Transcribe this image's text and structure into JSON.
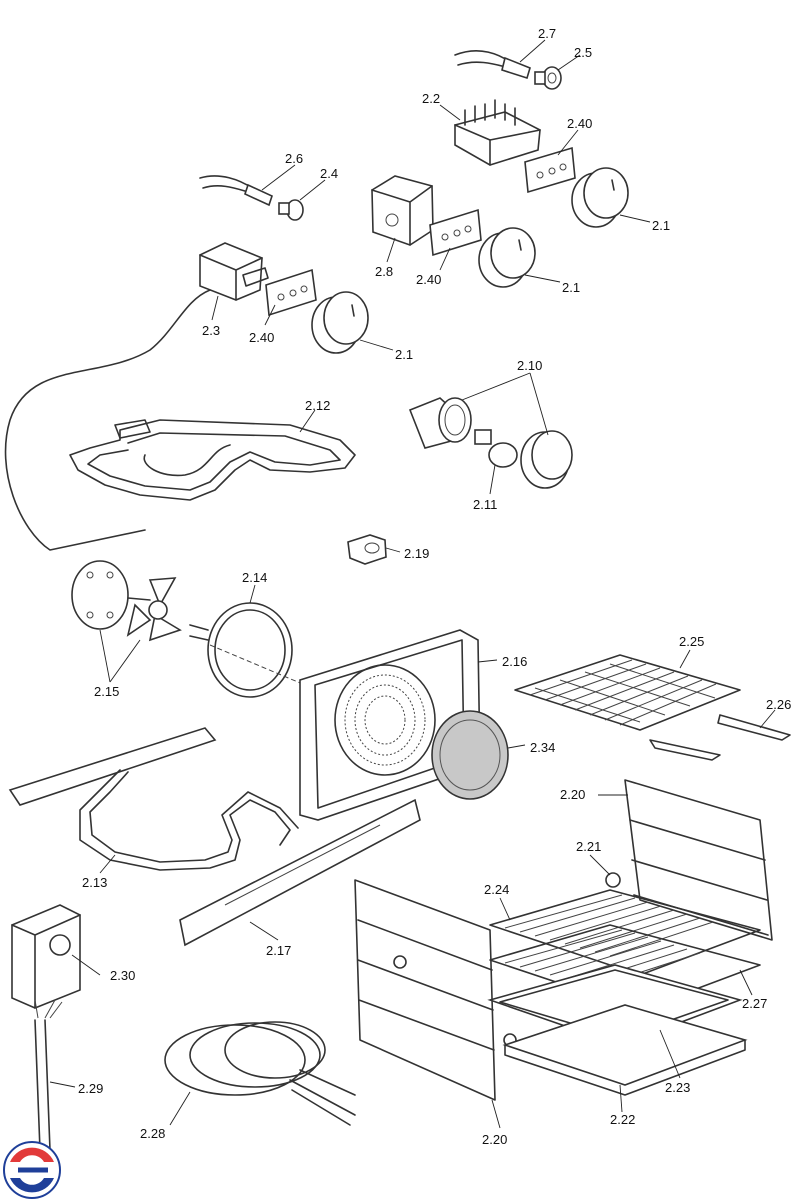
{
  "labels": {
    "l_2_7": "2.7",
    "l_2_5": "2.5",
    "l_2_2": "2.2",
    "l_2_40a": "2.40",
    "l_2_1a": "2.1",
    "l_2_6": "2.6",
    "l_2_4": "2.4",
    "l_2_8": "2.8",
    "l_2_40b": "2.40",
    "l_2_1b": "2.1",
    "l_2_3": "2.3",
    "l_2_40c": "2.40",
    "l_2_1c": "2.1",
    "l_2_10": "2.10",
    "l_2_12": "2.12",
    "l_2_11": "2.11",
    "l_2_19": "2.19",
    "l_2_14": "2.14",
    "l_2_15": "2.15",
    "l_2_16": "2.16",
    "l_2_25": "2.25",
    "l_2_26": "2.26",
    "l_2_34": "2.34",
    "l_2_20a": "2.20",
    "l_2_21": "2.21",
    "l_2_13": "2.13",
    "l_2_24": "2.24",
    "l_2_17": "2.17",
    "l_2_27": "2.27",
    "l_2_30": "2.30",
    "l_2_23": "2.23",
    "l_2_29": "2.29",
    "l_2_22": "2.22",
    "l_2_28": "2.28",
    "l_2_20b": "2.20"
  },
  "colors": {
    "line": "#333333",
    "fan_cover_fill": "#c8c8c8",
    "logo_blue": "#1f3f99",
    "logo_red": "#e23a3a"
  }
}
